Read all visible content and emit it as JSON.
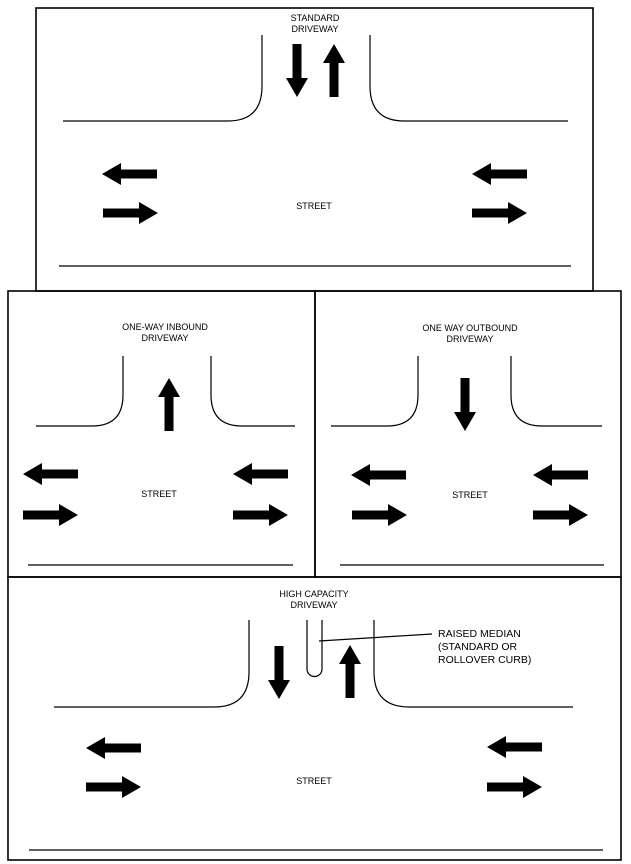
{
  "panels": {
    "standard": {
      "title_line1": "STANDARD",
      "title_line2": "DRIVEWAY",
      "street_label": "STREET"
    },
    "inbound": {
      "title_line1": "ONE-WAY INBOUND",
      "title_line2": "DRIVEWAY",
      "street_label": "STREET"
    },
    "outbound": {
      "title_line1": "ONE WAY OUTBOUND",
      "title_line2": "DRIVEWAY",
      "street_label": "STREET"
    },
    "high_capacity": {
      "title_line1": "HIGH CAPACITY",
      "title_line2": "DRIVEWAY",
      "street_label": "STREET",
      "median_callout": [
        "RAISED MEDIAN",
        "(STANDARD OR",
        "ROLLOVER CURB)"
      ]
    }
  },
  "colors": {
    "ink": "#000000",
    "background": "#ffffff"
  }
}
